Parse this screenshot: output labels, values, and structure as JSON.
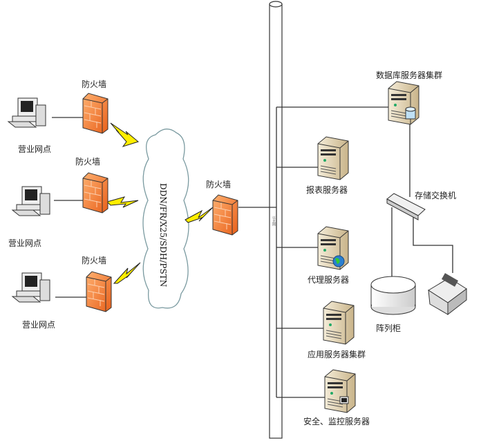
{
  "left_sites": [
    {
      "site_label": "营业网点",
      "firewall_label": "防火墙"
    },
    {
      "site_label": "营业网点",
      "firewall_label": "防火墙"
    },
    {
      "site_label": "营业网点",
      "firewall_label": "防火墙"
    }
  ],
  "wan_cloud_label": "DDN/FR/X25/SDH/PSTN",
  "center_firewall_label": "防火墙",
  "bus_label": "以太网",
  "servers": {
    "database_cluster": "数据库服务器集群",
    "storage_switch": "存储交换机",
    "disk_array": "阵列柜",
    "report_server": "报表服务器",
    "proxy_server": "代理服务器",
    "app_cluster": "应用服务器集群",
    "security_server": "安全、监控服务器"
  },
  "colors": {
    "firewall": "#f07a2a",
    "bolt": "#ffee00",
    "server": "#e8dcc0",
    "cloud": "#ffffff"
  }
}
